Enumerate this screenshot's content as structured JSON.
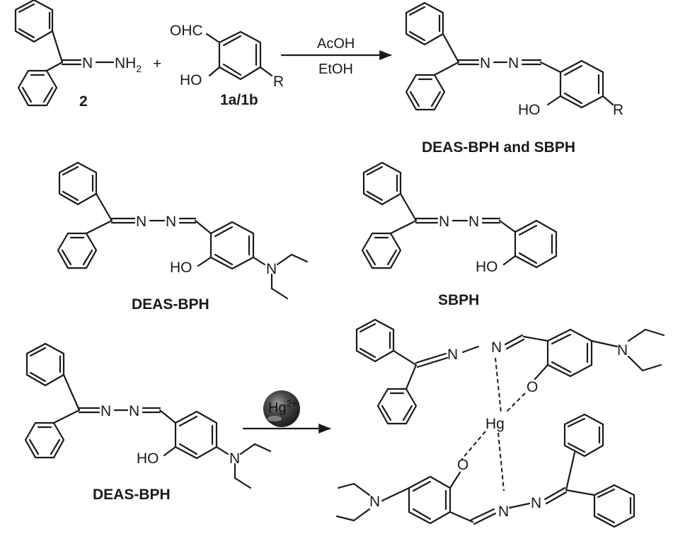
{
  "scheme": {
    "reactant_hydrazone_label": "2",
    "plus_sign": "+",
    "aldehyde_label": "1a/1b",
    "condition_top": "AcOH",
    "condition_bottom": "EtOH",
    "product_label": "DEAS-BPH and SBPH",
    "probe_deas_label": "DEAS-BPH",
    "probe_sbph_label": "SBPH",
    "reaction2_probe_label": "DEAS-BPH",
    "ion_symbol": "Hg",
    "ion_charge": "2+",
    "ion_sphere_color": "#3a3a3a"
  },
  "atoms": {
    "imine_n": "N",
    "nh2_n": "N",
    "nh2_h": "H",
    "nh2_sub": "2",
    "aldehyde_group": "OHC",
    "hydroxyl": "HO",
    "r_group": "R",
    "amine_n": "N",
    "oxygen": "O",
    "mercury": "Hg"
  }
}
